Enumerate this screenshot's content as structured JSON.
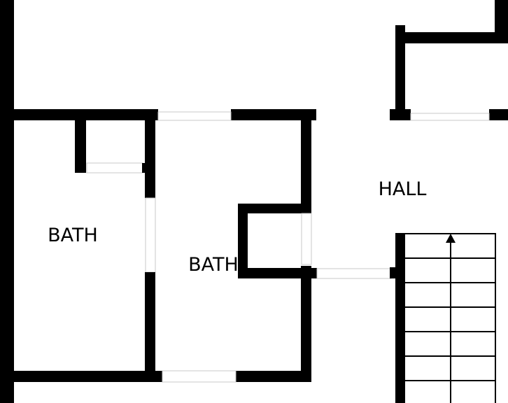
{
  "floorplan": {
    "rooms": [
      {
        "label": "BATH"
      },
      {
        "label": "BATH"
      },
      {
        "label": "HALL"
      }
    ],
    "stairs": {
      "direction": "up",
      "step_count": 7
    },
    "colors": {
      "wall": "#000000",
      "background": "#ffffff",
      "door_outline": "#c8c8c8"
    }
  }
}
